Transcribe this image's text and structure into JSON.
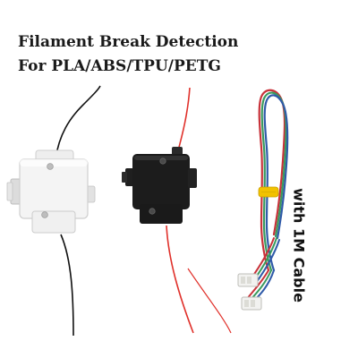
{
  "product": {
    "headline_line1": "Filament Break Detection",
    "headline_line2": "For PLA/ABS/TPU/PETG",
    "cable_caption": "with 1M Cable"
  },
  "colors": {
    "background": "#ffffff",
    "headline_text": "#1a1a1a",
    "sensor_white_body": "#f4f4f4",
    "sensor_black_body": "#1c1c1c",
    "wire_black": "#111111",
    "wire_red": "#e0312b",
    "cable_red": "#c8323a",
    "cable_green": "#3a9a5e",
    "cable_blue": "#2f5aa8",
    "cable_tie": "#f2c200",
    "connector": "#f2f2f0"
  }
}
